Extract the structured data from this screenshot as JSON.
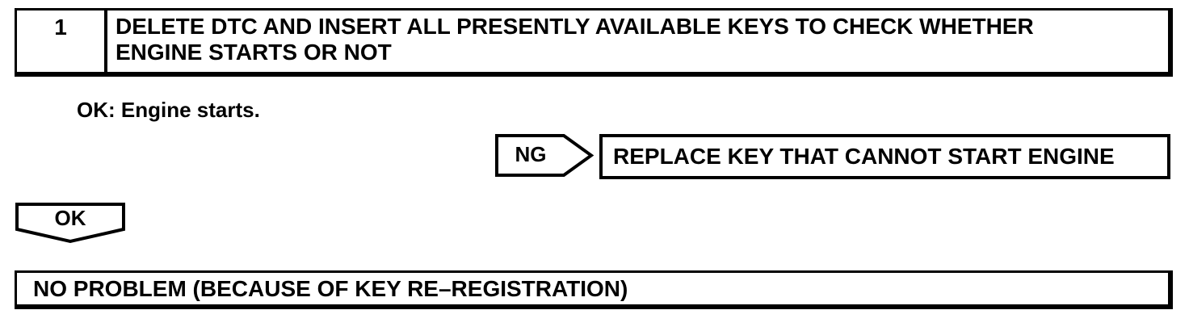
{
  "page": {
    "background": "#ffffff",
    "ink_color": "#000000"
  },
  "flowchart": {
    "step": {
      "number": "1",
      "instruction": "DELETE DTC AND INSERT ALL PRESENTLY AVAILABLE KEYS TO CHECK WHETHER ENGINE STARTS OR NOT"
    },
    "ok_criteria": "OK: Engine starts.",
    "ng_branch": {
      "label": "NG",
      "action": "REPLACE KEY THAT CANNOT START ENGINE"
    },
    "ok_branch": {
      "label": "OK",
      "result": "NO PROBLEM (BECAUSE OF KEY RE–REGISTRATION)"
    }
  }
}
